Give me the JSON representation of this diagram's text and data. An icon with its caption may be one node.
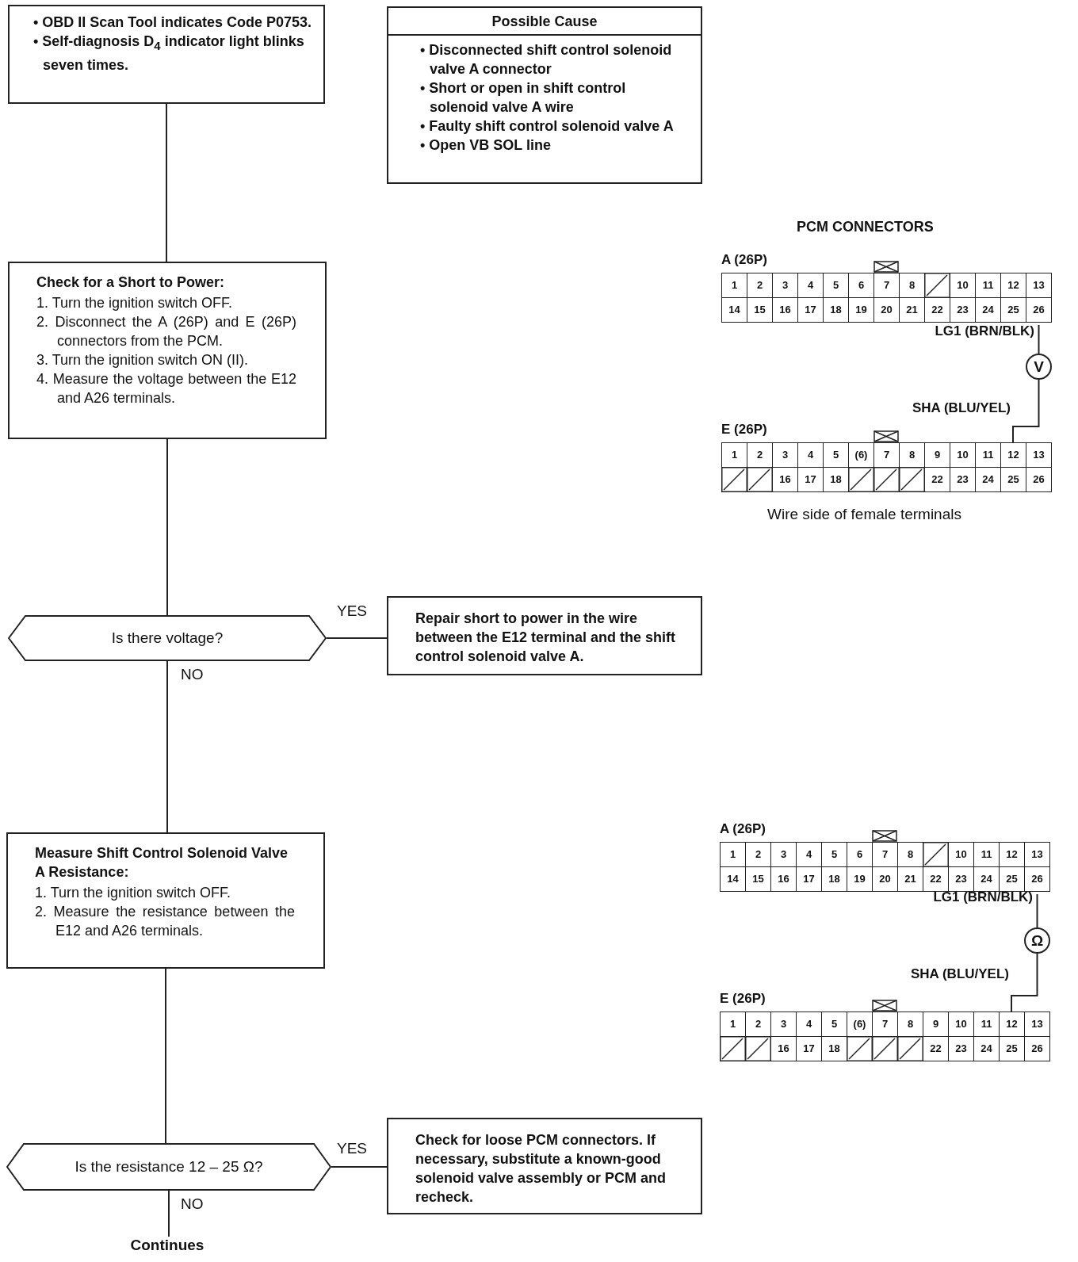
{
  "diagram": {
    "nodes": [
      {
        "text": [
          "• OBD II Scan Tool indicates Code P0753.",
          "• Self-diagnosis D$_{4}$ indicator light blinks seven times."
        ]
      },
      {
        "text": [
          "Possible Cause",
          "• Disconnected shift control solenoid valve A connector",
          "• Short or open in shift control solenoid valve A wire",
          "• Faulty shift control solenoid valve A",
          "• Open VB SOL line"
        ]
      },
      {
        "text": [
          "Check for a Short to Power:",
          "1. Turn the ignition switch OFF.",
          "2. Disconnect the A (26P) and E (26P) connectors from the PCM.",
          "3. Turn the ignition switch ON (II).",
          "4. Measure the voltage between the E12 and A26 terminals."
        ]
      },
      {
        "text": [
          "A (26P)",
          "1",
          "2",
          "3",
          "4",
          "5",
          "6",
          "7",
          "8",
          "10",
          "11",
          "12",
          "13",
          "14",
          "15",
          "16",
          "17",
          "18",
          "19",
          "20",
          "21",
          "22",
          "23",
          "24",
          "25",
          "26"
        ]
      },
      {
        "text": [
          "V"
        ]
      },
      {
        "text": [
          "E (26P)",
          "1",
          "2",
          "3",
          "4",
          "5",
          "(6)",
          "7",
          "8",
          "9",
          "10",
          "11",
          "12",
          "13",
          "16",
          "17",
          "18",
          "22",
          "23",
          "24",
          "25",
          "26"
        ]
      },
      {
        "text": [
          "Is there voltage?"
        ]
      },
      {
        "text": [
          "Repair short to power in the wire between the E12 terminal and the shift control solenoid valve A."
        ]
      },
      {
        "text": [
          "Measure Shift Control Solenoid Valve A Resistance:",
          "1. Turn the ignition switch OFF.",
          "2. Measure the resistance between the E12 and A26 terminals."
        ]
      },
      {
        "text": [
          "A (26P)",
          "1",
          "2",
          "3",
          "4",
          "5",
          "6",
          "7",
          "8",
          "10",
          "11",
          "12",
          "13",
          "14",
          "15",
          "16",
          "17",
          "18",
          "19",
          "20",
          "21",
          "22",
          "23",
          "24",
          "25",
          "26"
        ]
      },
      {
        "text": [
          "Ω"
        ]
      },
      {
        "text": [
          "E (26P)",
          "1",
          "2",
          "3",
          "4",
          "5",
          "(6)",
          "7",
          "8",
          "9",
          "10",
          "11",
          "12",
          "13",
          "16",
          "17",
          "18",
          "22",
          "23",
          "24",
          "25",
          "26"
        ]
      },
      {
        "text": [
          "Is the resistance 12 – 25 Ω?"
        ]
      },
      {
        "text": [
          "Check for loose PCM connectors. If necessary, substitute a known-good solenoid valve assembly or PCM and recheck."
        ]
      },
      {
        "text": [
          "Continues"
        ]
      }
    ],
    "edges": [
      {
        "from": 0,
        "to": 2,
        "arrow": "none"
      },
      {
        "from": 2,
        "to": 6,
        "arrow": "none"
      },
      {
        "from": 6,
        "to": 7,
        "arrow": "none",
        "label": "YES"
      },
      {
        "from": 6,
        "to": 8,
        "arrow": "none",
        "label": "NO"
      },
      {
        "from": 8,
        "to": 12,
        "arrow": "none"
      },
      {
        "from": 12,
        "to": 13,
        "arrow": "none",
        "label": "YES"
      },
      {
        "from": 12,
        "to": 14,
        "arrow": "none",
        "label": "NO"
      },
      {
        "from": 3,
        "to": 4,
        "arrow": "none",
        "label": "LG1 (BRN/BLK)"
      },
      {
        "from": 4,
        "to": 5,
        "arrow": "none",
        "label": "SHA (BLU/YEL)"
      },
      {
        "from": 9,
        "to": 10,
        "arrow": "none",
        "label": "LG1 (BRN/BLK)"
      },
      {
        "from": 10,
        "to": 11,
        "arrow": "none",
        "label": "SHA (BLU/YEL)"
      }
    ],
    "labels": [
      "PCM CONNECTORS",
      "Wire side of female terminals"
    ]
  }
}
